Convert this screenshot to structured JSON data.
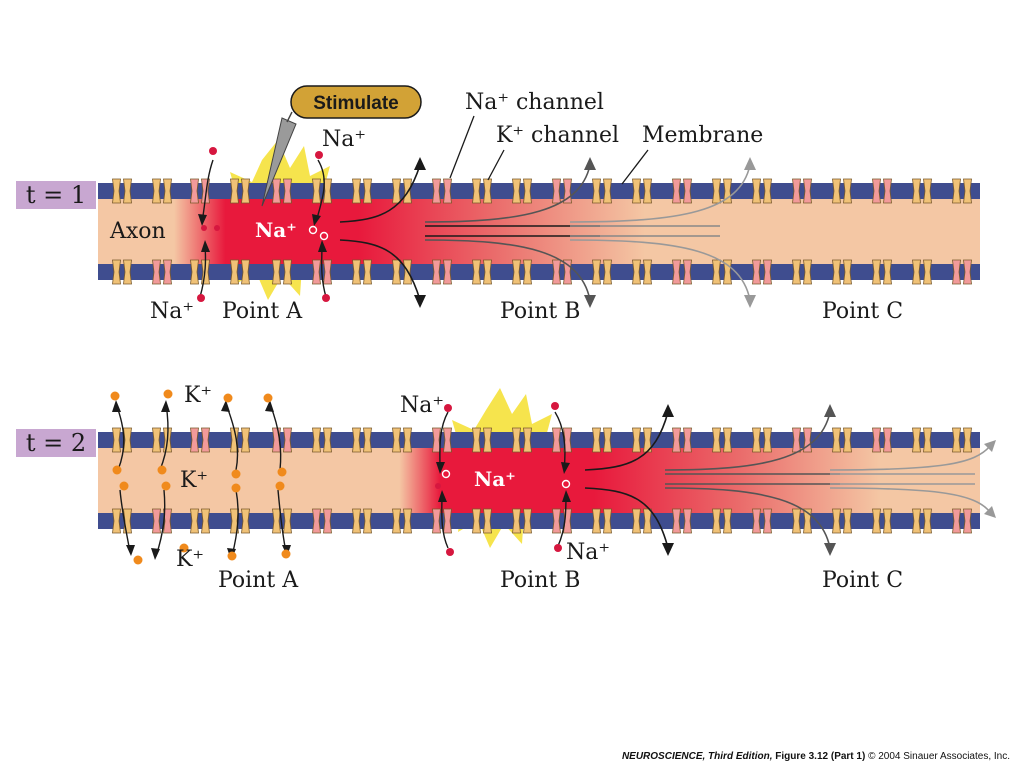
{
  "colors": {
    "membrane": "#3f4d8f",
    "axoplasm": "#f4c7a4",
    "depolarized": "#e8193c",
    "na_ion": "#d6173f",
    "k_ion": "#f08a1c",
    "k_channel": "#f0c277",
    "na_channel": "#f29a9a",
    "stimulus_flash": "#f5e13a",
    "stimulate_badge": "#d2a236",
    "time_tag": "#c8a7d1"
  },
  "stimulate_label": "Stimulate",
  "labels": {
    "na_channel": "Na⁺ channel",
    "k_channel": "K⁺ channel",
    "membrane": "Membrane",
    "axon": "Axon",
    "na_plus": "Na⁺",
    "k_plus": "K⁺"
  },
  "panels": [
    {
      "time_label": "t = 1",
      "point_a": "Point A",
      "point_b": "Point B",
      "point_c": "Point C"
    },
    {
      "time_label": "t = 2",
      "point_a": "Point A",
      "point_b": "Point B",
      "point_c": "Point C"
    }
  ],
  "caption": {
    "book": "NEUROSCIENCE, Third Edition,",
    "figure": "Figure 3.12 (Part 1)",
    "copyright": "© 2004 Sinauer Associates, Inc."
  }
}
